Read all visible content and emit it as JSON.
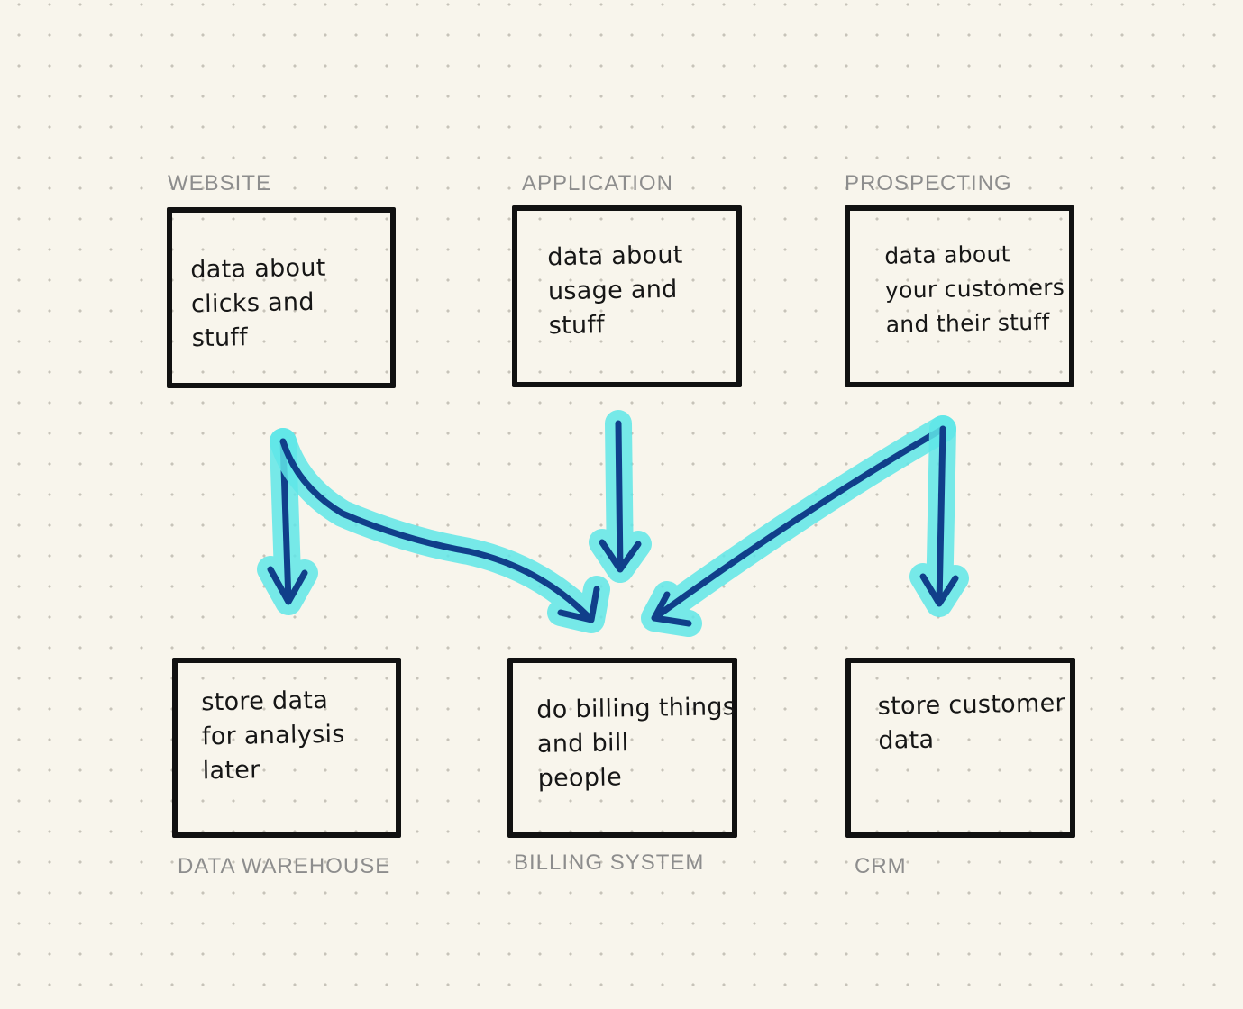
{
  "sources": [
    {
      "label": "WEBSITE",
      "text": "data about\nclicks and\nstuff"
    },
    {
      "label": "APPLICATION",
      "text": "data about\nusage and\nstuff"
    },
    {
      "label": "PROSPECTING",
      "text": "data about\nyour customers\nand their stuff"
    }
  ],
  "destinations": [
    {
      "label": "DATA WAREHOUSE",
      "text": "store data\nfor analysis\nlater"
    },
    {
      "label": "BILLING SYSTEM",
      "text": "do billing things\nand bill\npeople"
    },
    {
      "label": "CRM",
      "text": "store customer\ndata"
    }
  ],
  "colors": {
    "background": "#f8f5ec",
    "box_border": "#111111",
    "label_text": "#8d8d8d",
    "arrow_line": "#103f8a",
    "arrow_glow": "#5fe6e8"
  }
}
